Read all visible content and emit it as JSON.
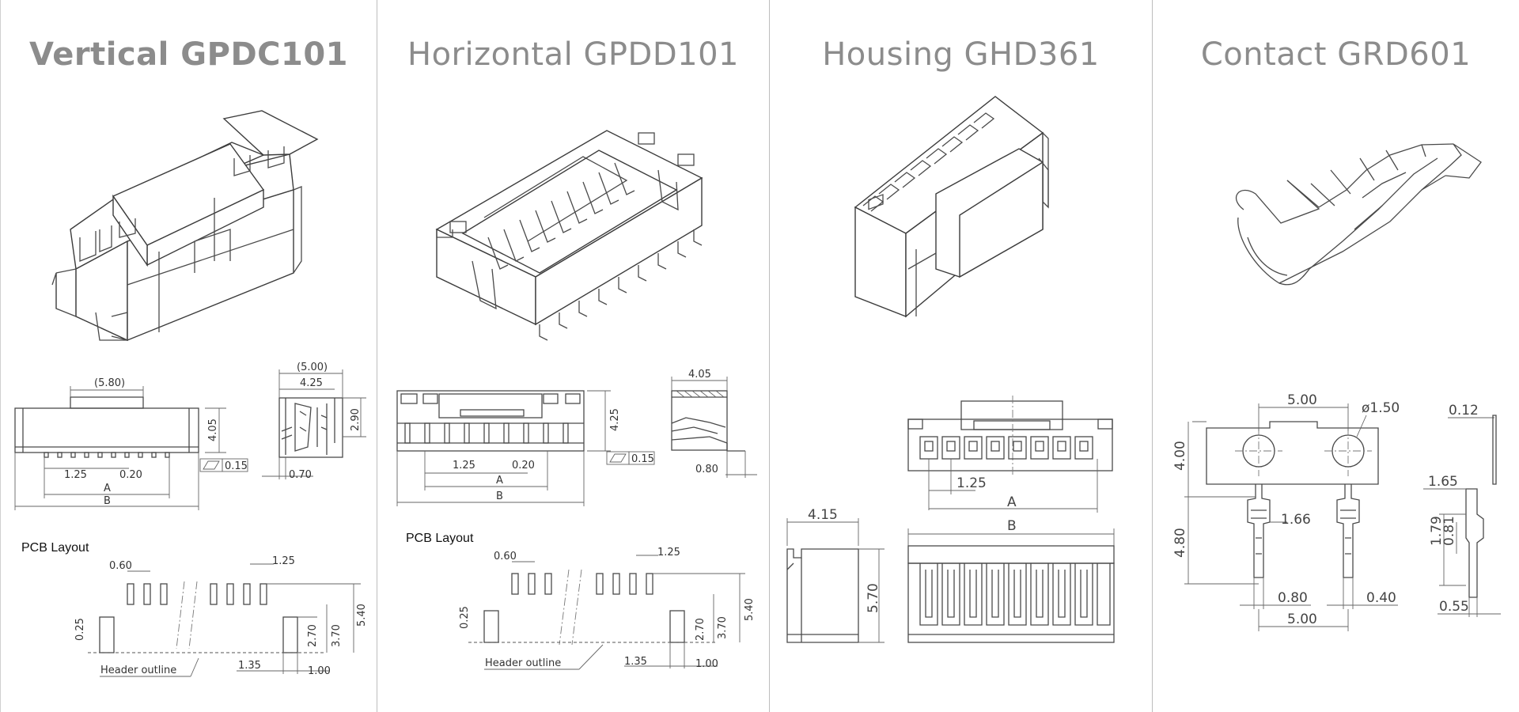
{
  "panels": [
    {
      "id": "vertical",
      "title": "Vertical GPDC101",
      "dims": {
        "d580": "(5.80)",
        "d500": "(5.00)",
        "d425": "4.25",
        "d405": "4.05",
        "d290": "2.90",
        "d125": "1.25",
        "d020": "0.20",
        "a": "A",
        "b": "B",
        "d015": "0.15",
        "d070": "0.70"
      },
      "pcb": {
        "label": "PCB Layout",
        "d060": "0.60",
        "d125": "1.25",
        "d025": "0.25",
        "d270": "2.70",
        "d370": "3.70",
        "d540": "5.40",
        "d135": "1.35",
        "d100": "1.00",
        "outline": "Header outline"
      }
    },
    {
      "id": "horizontal",
      "title": "Horizontal GPDD101",
      "dims": {
        "d405": "4.05",
        "d425": "4.25",
        "d125": "1.25",
        "d020": "0.20",
        "a": "A",
        "b": "B",
        "d015": "0.15",
        "d080": "0.80"
      },
      "pcb": {
        "label": "PCB Layout",
        "d060": "0.60",
        "d125": "1.25",
        "d025": "0.25",
        "d270": "2.70",
        "d370": "3.70",
        "d540": "5.40",
        "d135": "1.35",
        "d100": "1.00",
        "outline": "Header outline"
      }
    },
    {
      "id": "housing",
      "title": "Housing GHD361",
      "dims": {
        "d125": "1.25",
        "a": "A",
        "b": "B",
        "d415": "4.15",
        "d570": "5.70"
      }
    },
    {
      "id": "contact",
      "title": "Contact GRD601",
      "dims": {
        "d500top": "5.00",
        "dia150": "ø1.50",
        "d012": "0.12",
        "d400": "4.00",
        "d480": "4.80",
        "d166": "1.66",
        "d165": "1.65",
        "d179": "1.79",
        "d081": "0.81",
        "d080": "0.80",
        "d040": "0.40",
        "d500bot": "5.00",
        "d055": "0.55"
      }
    }
  ]
}
